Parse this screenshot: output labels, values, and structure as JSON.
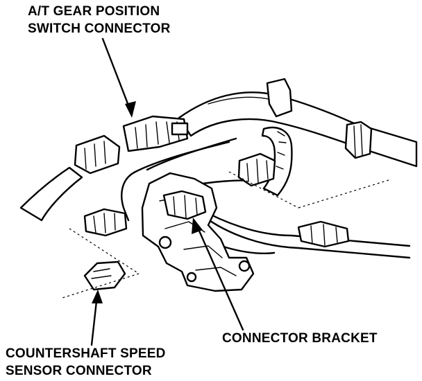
{
  "callouts": {
    "at_gear_position_switch_connector": [
      "A/T GEAR POSITION",
      "SWITCH CONNECTOR"
    ],
    "connector_bracket": [
      "CONNECTOR BRACKET"
    ],
    "countershaft_speed_sensor_connector": [
      "COUNTERSHAFT SPEED",
      "SENSOR CONNECTOR"
    ]
  },
  "colors": {
    "ink": "#000000",
    "paper": "#ffffff"
  }
}
